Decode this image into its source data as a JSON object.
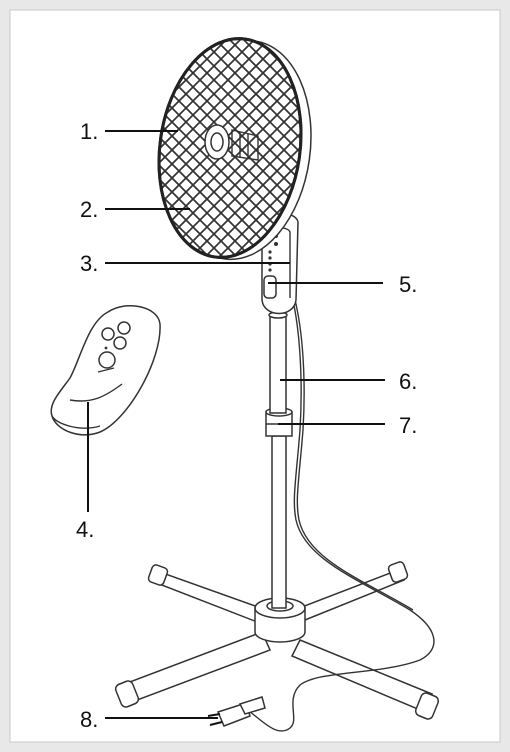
{
  "diagram": {
    "background": "#e8e8e8",
    "panel": "#ffffff",
    "labels": [
      "1.",
      "2.",
      "3.",
      "4.",
      "5.",
      "6.",
      "7.",
      "8."
    ]
  }
}
